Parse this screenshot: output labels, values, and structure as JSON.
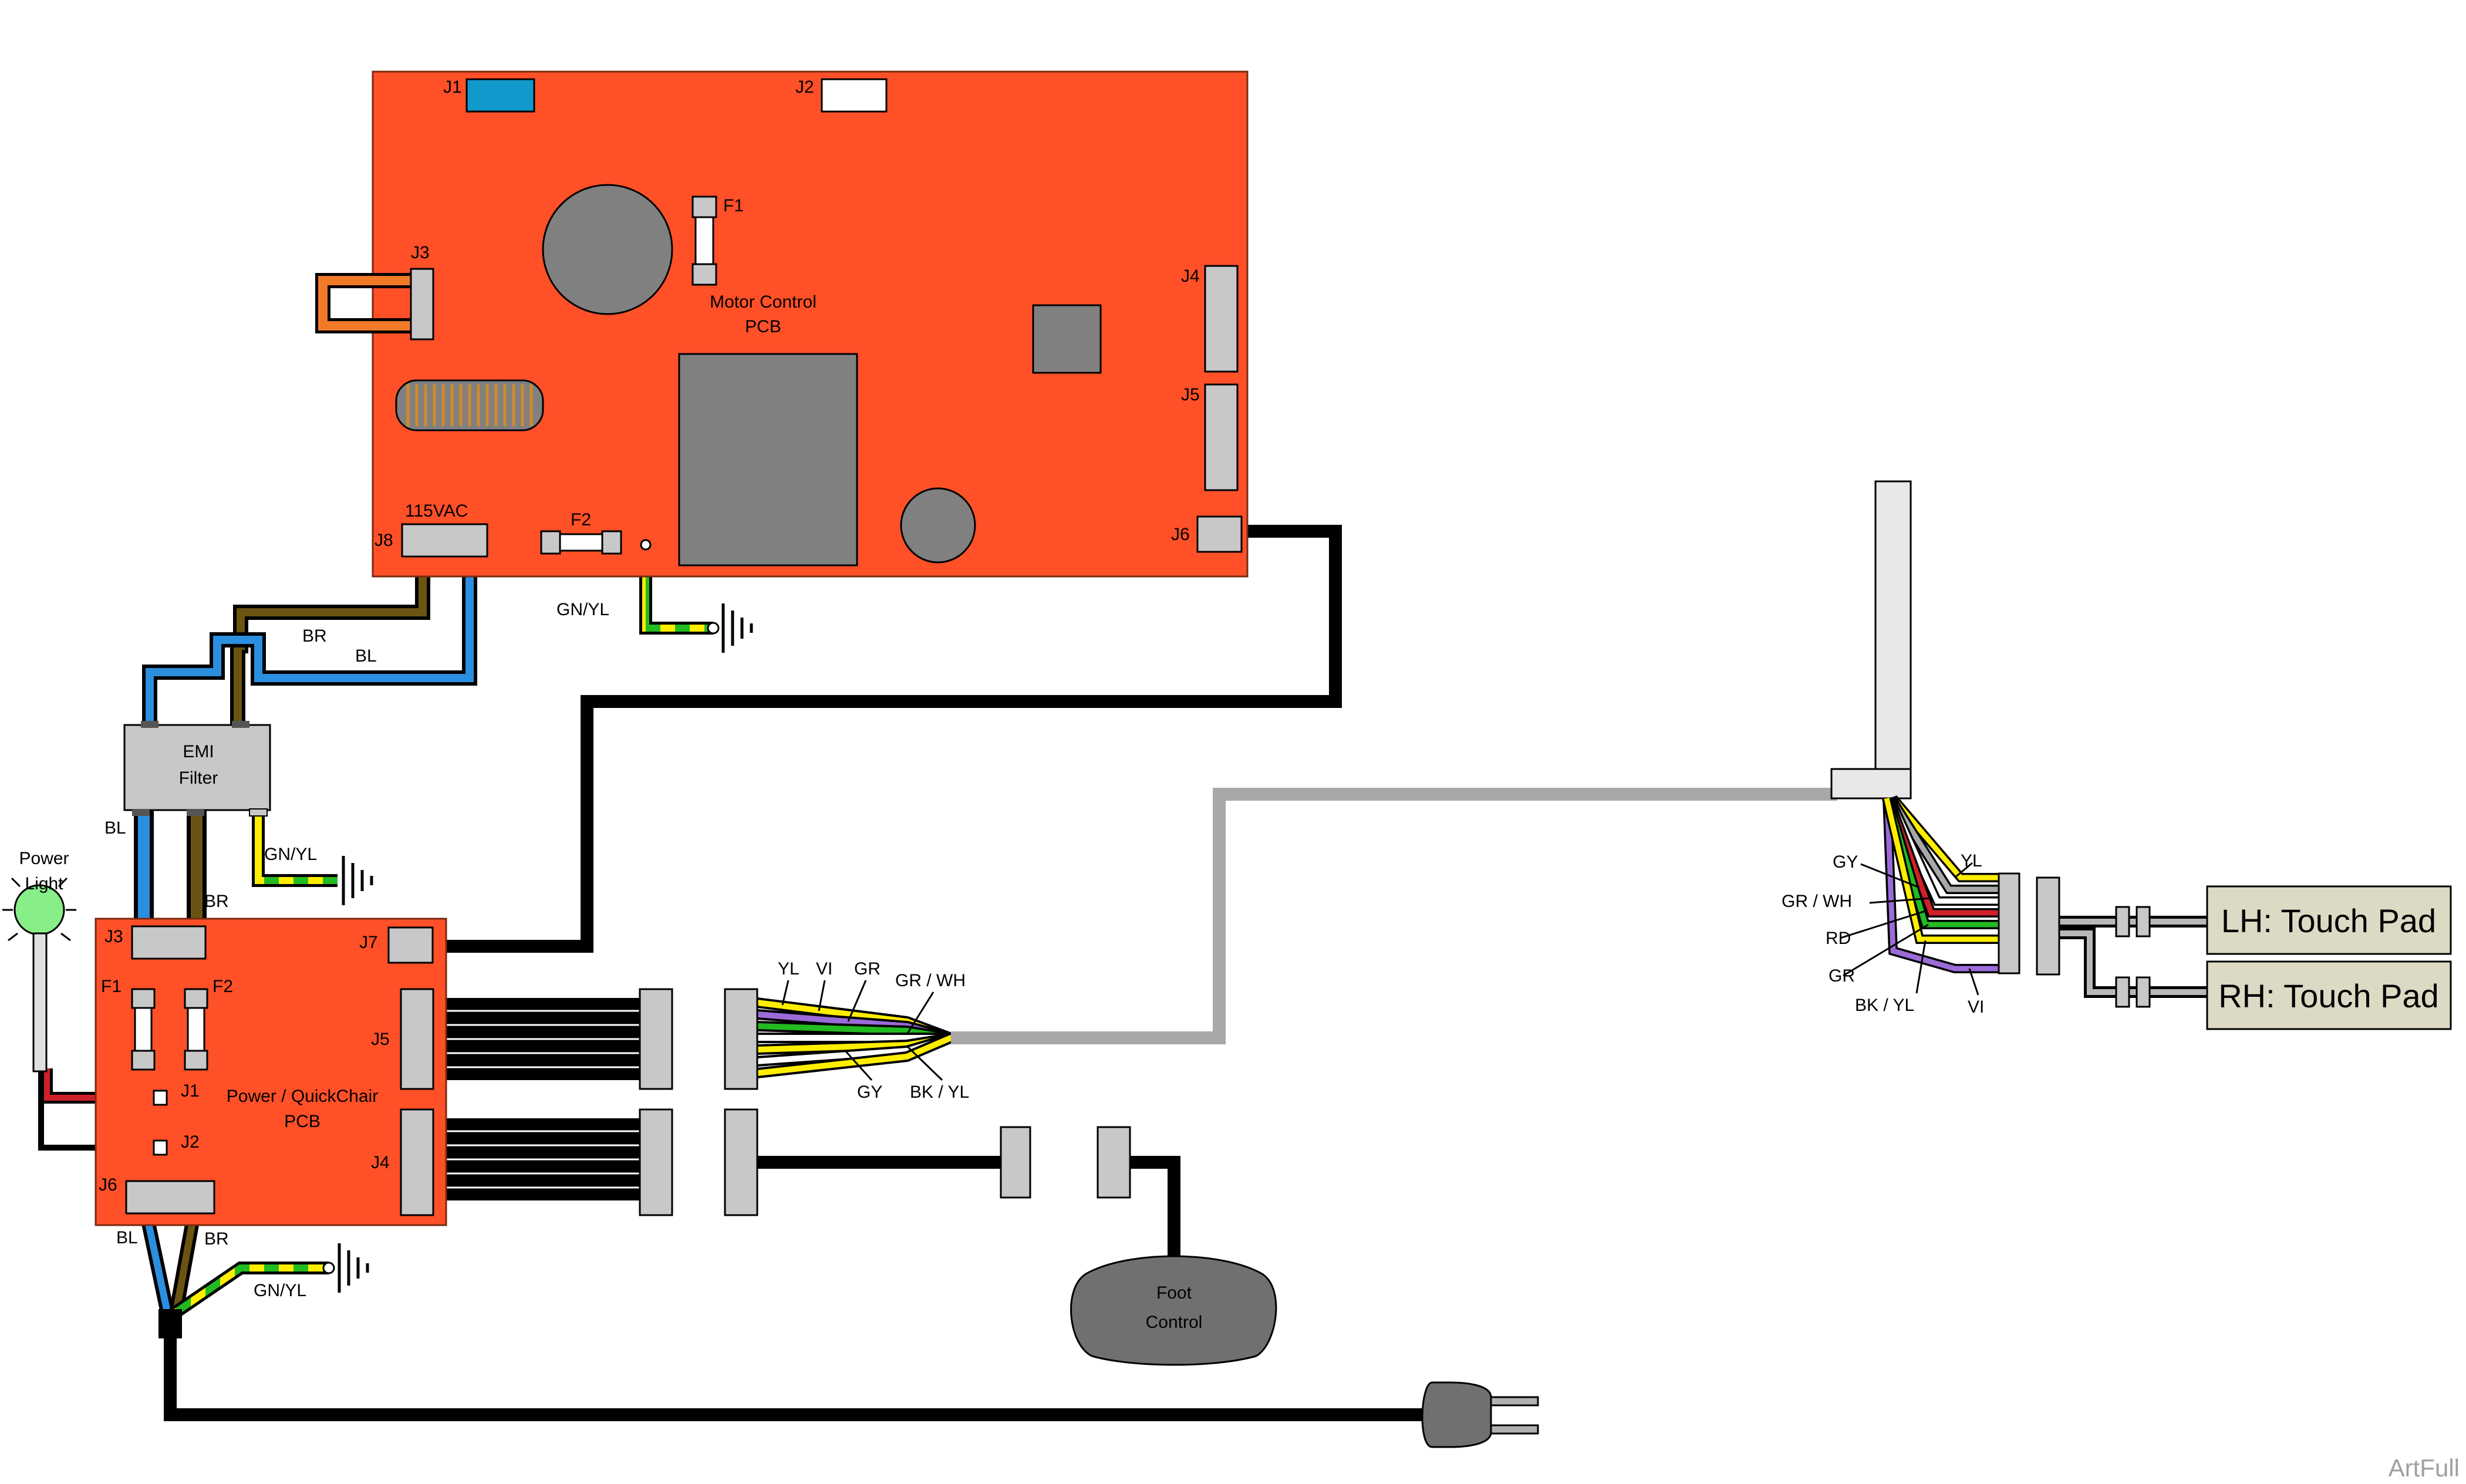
{
  "colors": {
    "pcb": "#ff5028",
    "pcb_outline": "#7a2a10",
    "component_gray": "#808080",
    "connector_gray": "#c8c8c8",
    "wire_black": "#000000",
    "wire_blue": "#2b8fe0",
    "wire_brown": "#6b5412",
    "wire_red": "#d0202a",
    "wire_yellow": "#ffee00",
    "wire_green": "#22bb22",
    "wire_gray": "#a8a8a8",
    "wire_violet": "#9b6bd8",
    "j1_blue": "#1199cc",
    "j3_orange": "#f07a28",
    "coil": "#d28a28",
    "power_light": "#88ee88",
    "touch_pad": "#dcdac4",
    "watermark": "#a0a0a0"
  },
  "icons": [
    "ground-icon",
    "power-plug-icon",
    "power-light-icon",
    "foot-control-icon",
    "fuse-icon",
    "capacitor-icon",
    "chip-icon",
    "coil-icon"
  ],
  "motor_pcb": {
    "name_line1": "Motor Control",
    "name_line2": "PCB",
    "j1": "J1",
    "j2": "J2",
    "j3": "J3",
    "j4": "J4",
    "j5": "J5",
    "j6": "J6",
    "j8": "J8",
    "f1": "F1",
    "f2": "F2",
    "voltage": "115VAC",
    "ground_wire": "GN/YL"
  },
  "mains_wires": {
    "br": "BR",
    "bl": "BL"
  },
  "emi_filter": {
    "line1": "EMI",
    "line2": "Filter",
    "out_bl": "BL",
    "out_br": "BR",
    "ground_wire": "GN/YL"
  },
  "power_light": {
    "line1": "Power",
    "line2": "Light"
  },
  "power_pcb": {
    "name_line1": "Power / QuickChair",
    "name_line2": "PCB",
    "j1": "J1",
    "j2": "J2",
    "j3": "J3",
    "j4": "J4",
    "j5": "J5",
    "j6": "J6",
    "j7": "J7",
    "f1": "F1",
    "f2": "F2"
  },
  "cord": {
    "bl": "BL",
    "br": "BR",
    "ground_wire": "GN/YL"
  },
  "harness_labels": {
    "yl": "YL",
    "vi": "VI",
    "gr": "GR",
    "gr_wh": "GR / WH",
    "gy": "GY",
    "bk_yl": "BK / YL"
  },
  "touch_pad_labels": {
    "gy": "GY",
    "gr_wh": "GR / WH",
    "rd": "RD",
    "gr": "GR",
    "bk_yl": "BK / YL",
    "yl": "YL",
    "vi": "VI"
  },
  "touch_pads": {
    "lh": "LH: Touch Pad",
    "rh": "RH: Touch Pad"
  },
  "foot_control": {
    "line1": "Foot",
    "line2": "Control"
  },
  "watermark": "ArtFull"
}
